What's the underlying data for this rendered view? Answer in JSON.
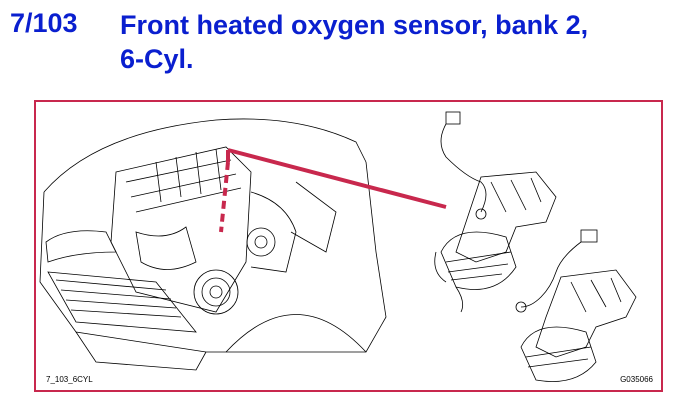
{
  "header": {
    "number": "7/103",
    "title_line1": "Front heated oxygen sensor, bank 2,",
    "title_line2": "6-Cyl."
  },
  "figure": {
    "code_left": "7_103_6CYL",
    "code_right": "G035066"
  },
  "colors": {
    "title": "#0a1fcf",
    "frame": "#c8284d",
    "pointer": "#c8284d"
  }
}
